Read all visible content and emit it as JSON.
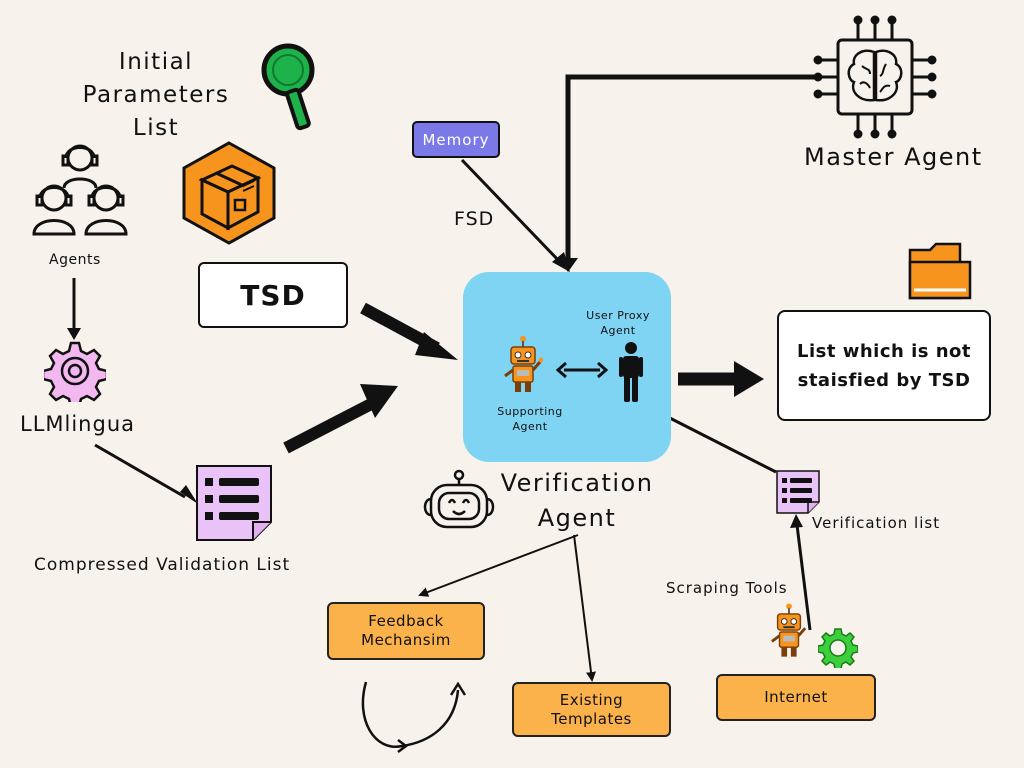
{
  "labels": {
    "initial_params": [
      "Initial",
      "Parameters",
      "List"
    ],
    "agents": "Agents",
    "llmlingua": "LLMlingua",
    "compressed_list": "Compressed Validation List",
    "tsd": "TSD",
    "memory": "Memory",
    "fsd": "FSD",
    "master_agent": "Master Agent",
    "user_proxy": [
      "User Proxy",
      "Agent"
    ],
    "supporting": [
      "Supporting",
      "Agent"
    ],
    "verification_agent": [
      "Verification",
      "Agent"
    ],
    "unsatisfied_list": [
      "List which is not",
      "staisfied by TSD"
    ],
    "verification_list": "Verification list",
    "scraping_tools": "Scraping Tools",
    "internet": "Internet",
    "feedback": [
      "Feedback",
      "Mechansim"
    ],
    "templates": [
      "Existing",
      "Templates"
    ]
  },
  "colors": {
    "background": "#f7f3ec",
    "agent_panel": "#7fd3f3",
    "memory": "#7b79e8",
    "orange_box": "#fbb24b",
    "list_icon": "#e9c3f7",
    "gear": "#f3b8f0",
    "magnifier": "#1fb24b",
    "package": "#f7941d"
  }
}
